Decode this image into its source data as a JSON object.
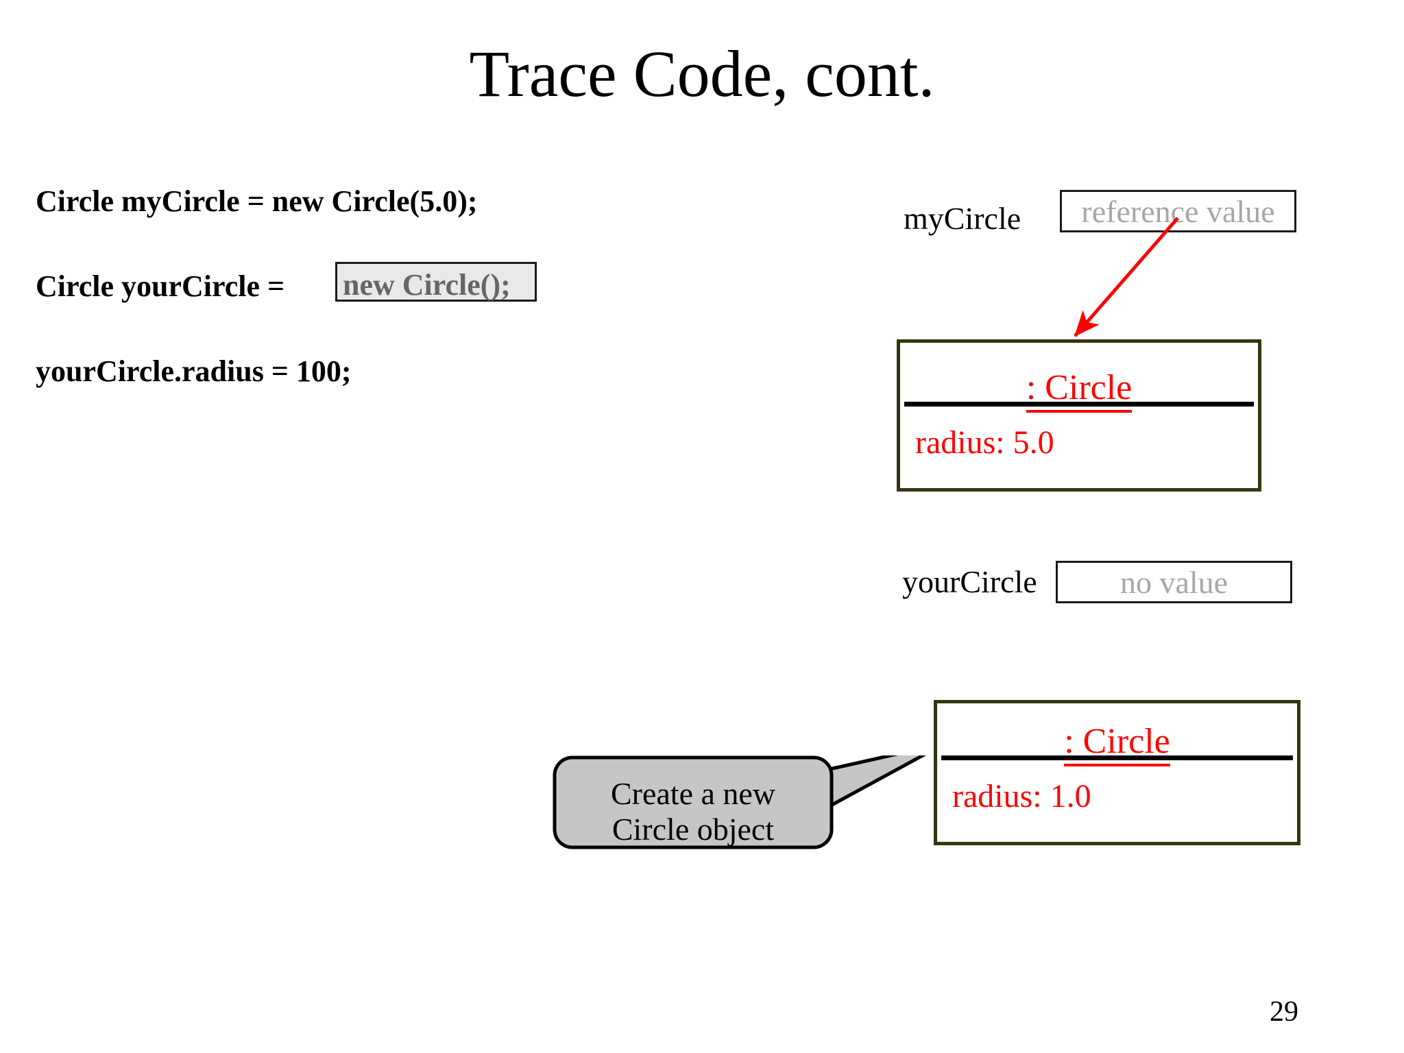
{
  "slide": {
    "title": "Trace Code, cont.",
    "page_number": "29",
    "background_color": "#ffffff"
  },
  "code": {
    "line1": "Circle myCircle = new Circle(5.0);",
    "line2_prefix": "Circle yourCircle = ",
    "line2_highlight": "new Circle();",
    "line3": "yourCircle.radius = 100;",
    "highlight_fill": "#e9e9e9",
    "highlight_text_color": "#666666",
    "text_color": "#000000"
  },
  "variables": [
    {
      "name": "myCircle",
      "value": "reference value",
      "value_color": "#a6a6a6"
    },
    {
      "name": "yourCircle",
      "value": "no value",
      "value_color": "#a6a6a6"
    }
  ],
  "objects": [
    {
      "title": ": Circle",
      "field": "radius: 5.0",
      "border_color": "#353512",
      "text_color": "#ff0000"
    },
    {
      "title": ": Circle",
      "field": "radius: 1.0",
      "border_color": "#353512",
      "text_color": "#ff0000"
    }
  ],
  "callout": {
    "line1": "Create a new",
    "line2": "Circle object",
    "fill": "#c6c6c6",
    "border": "#000000"
  },
  "arrow": {
    "color": "#ff0000"
  }
}
